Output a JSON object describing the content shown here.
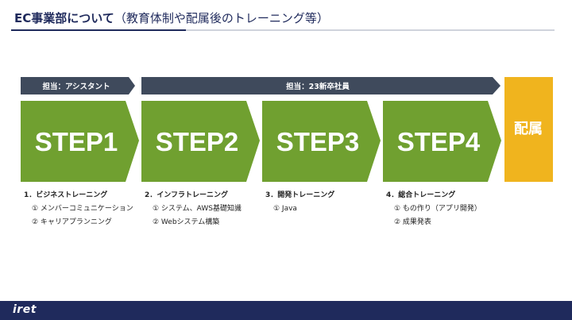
{
  "title": {
    "main": "EC事業部について",
    "sub": "（教育体制や配属後のトレーニング等）"
  },
  "banners": {
    "assistant": "担当：アシスタント",
    "newgrad": "担当：23新卒社員"
  },
  "steps": [
    {
      "label": "STEP1"
    },
    {
      "label": "STEP2"
    },
    {
      "label": "STEP3"
    },
    {
      "label": "STEP4"
    }
  ],
  "final": {
    "label": "配属"
  },
  "details": [
    {
      "heading": "1．ビジネストレーニング",
      "items": [
        "① メンバーコミュニケーション",
        "② キャリアプランニング"
      ]
    },
    {
      "heading": "2．インフラトレーニング",
      "items": [
        "① システム、AWS基礎知識",
        "② Webシステム構築"
      ]
    },
    {
      "heading": "3．開発トレーニング",
      "items": [
        "① Java"
      ]
    },
    {
      "heading": "4．総合トレーニング",
      "items": [
        "① もの作り（アプリ開発）",
        "② 成果発表"
      ]
    }
  ],
  "footer": {
    "logo": "iret"
  },
  "colors": {
    "navy": "#1f2a5c",
    "banner": "#3f4a5c",
    "green": "#70a030",
    "gold": "#f0b41e"
  }
}
